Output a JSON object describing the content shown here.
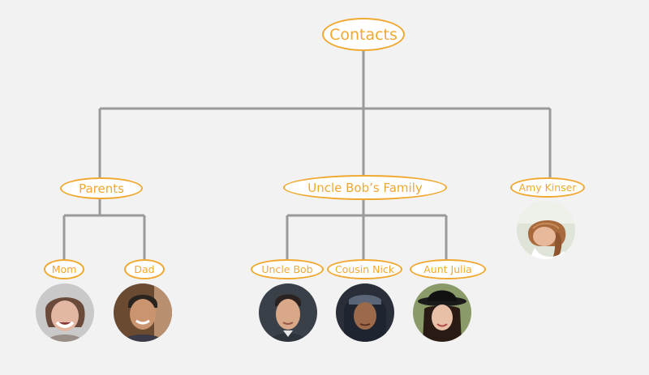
{
  "colors": {
    "background": "#f2f2f2",
    "connector": "#9a9a9a",
    "node_border": "#f0a830",
    "node_text": "#f0a830",
    "node_fill": "#ffffff"
  },
  "tree": {
    "root": {
      "label": "Contacts"
    },
    "groups": {
      "parents": {
        "label": "Parents",
        "members": {
          "mom": {
            "label": "Mom",
            "photo": "mom-photo"
          },
          "dad": {
            "label": "Dad",
            "photo": "dad-photo"
          }
        }
      },
      "uncle_bobs_family": {
        "label": "Uncle Bob’s Family",
        "members": {
          "uncle_bob": {
            "label": "Uncle Bob",
            "photo": "uncle-bob-photo"
          },
          "cousin_nick": {
            "label": "Cousin Nick",
            "photo": "cousin-nick-photo"
          },
          "aunt_julia": {
            "label": "Aunt Julia",
            "photo": "aunt-julia-photo"
          }
        }
      }
    },
    "amy": {
      "label": "Amy Kinser",
      "photo": "amy-kinser-photo"
    }
  }
}
